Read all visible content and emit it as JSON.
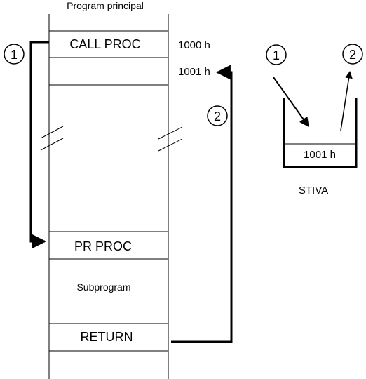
{
  "program": {
    "title": "Program principal",
    "call_label": "CALL PROC",
    "proc_label": "PR PROC",
    "subprogram_label": "Subprogram",
    "return_label": "RETURN"
  },
  "addresses": {
    "call_addr": "1000 h",
    "return_addr": "1001 h"
  },
  "stack": {
    "label": "STIVA",
    "entry": "1001 h"
  },
  "markers": {
    "step1": "1",
    "step2": "2"
  },
  "colors": {
    "line": "#000000",
    "background": "#ffffff"
  }
}
